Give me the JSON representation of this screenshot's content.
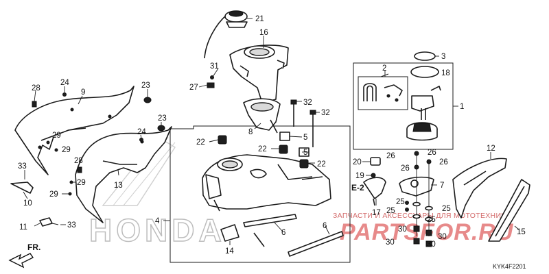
{
  "diagram": {
    "code": "KYK4F2201",
    "direction_label": "FR.",
    "watermark_brand": "PARTSFOR.RU",
    "watermark_tagline": "ЗАПЧАСТИ И АКСЕССУАРЫ ДЛЯ МОТОТЕХНИКИ",
    "logo_text": "HONDA",
    "reference_tag": "E-2",
    "callouts": [
      "1",
      "2",
      "3",
      "4",
      "5",
      "6",
      "7",
      "8",
      "9",
      "10",
      "11",
      "12",
      "13",
      "14",
      "15",
      "16",
      "17",
      "18",
      "19",
      "20",
      "21",
      "22",
      "23",
      "24",
      "25",
      "26",
      "27",
      "28",
      "29",
      "30",
      "31",
      "32",
      "33"
    ]
  }
}
